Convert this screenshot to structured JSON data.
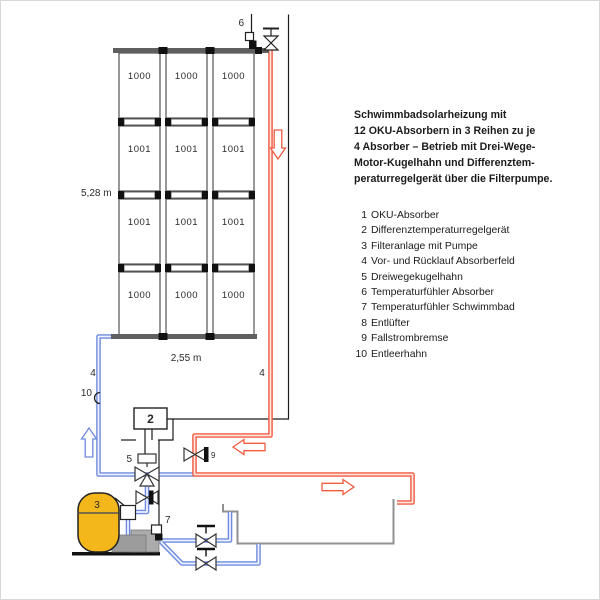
{
  "header": {
    "lines": [
      "Schwimmbadsolarheizung mit",
      "12 OKU-Absorbern in 3 Reihen zu je",
      "4 Absorber – Betrieb mit Drei-Wege-",
      "Motor-Kugelhahn und Differenztem-",
      "peraturregelgerät über die Filterpumpe."
    ]
  },
  "legend": {
    "items": [
      {
        "num": "1",
        "label": "OKU-Absorber"
      },
      {
        "num": "2",
        "label": "Differenztemperaturregelgerät"
      },
      {
        "num": "3",
        "label": "Filteranlage mit Pumpe"
      },
      {
        "num": "4",
        "label": "Vor- und Rücklauf Absorberfeld"
      },
      {
        "num": "5",
        "label": "Dreiwegekugelhahn"
      },
      {
        "num": "6",
        "label": "Temperaturfühler Absorber"
      },
      {
        "num": "7",
        "label": "Temperaturfühler Schwimmbad"
      },
      {
        "num": "8",
        "label": "Entlüfter"
      },
      {
        "num": "9",
        "label": "Fallstrombremse"
      },
      {
        "num": "10",
        "label": "Entleerhahn"
      }
    ]
  },
  "absorber_field": {
    "rows": [
      [
        "1000",
        "1000",
        "1000"
      ],
      [
        "1001",
        "1001",
        "1001"
      ],
      [
        "1001",
        "1001",
        "1001"
      ],
      [
        "1000",
        "1000",
        "1000"
      ]
    ],
    "height_label": "5,28 m",
    "width_label": "2,55 m"
  },
  "callouts": {
    "controller": "2",
    "filter_pump": "3",
    "supply_return_left": "4",
    "supply_return_right": "4",
    "three_way_valve": "5",
    "sensor_absorber": "6",
    "sensor_pool": "7",
    "downflow_brake": "9",
    "drain_tap": "10"
  },
  "colors": {
    "pipe_hot": "#f15b40",
    "pipe_cold": "#6f8ae0",
    "tank_yellow": "#f3b71c",
    "line_gray": "#909090",
    "wire_black": "#1a1a1a"
  }
}
